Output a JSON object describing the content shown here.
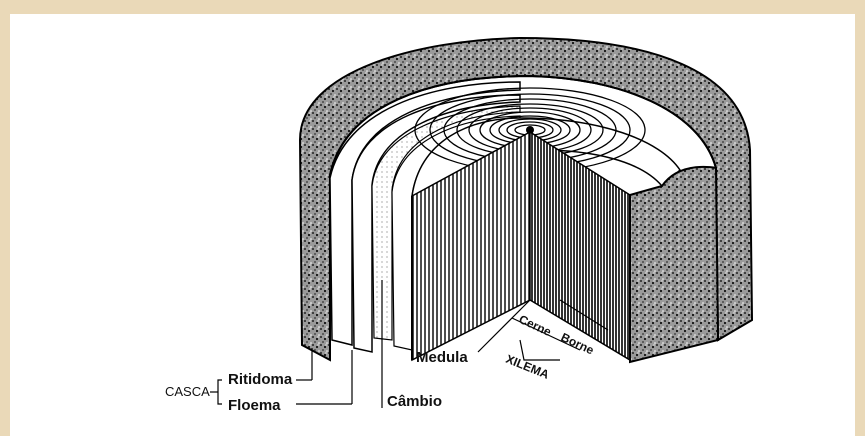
{
  "diagram": {
    "labels": {
      "casca": "CASCA",
      "ritidoma": "Ritidoma",
      "floema": "Floema",
      "cambio": "Câmbio",
      "medula": "Medula",
      "xilema": "XILEMA",
      "cerne": "Cerne",
      "borne": "Borne"
    },
    "colors": {
      "background": "#ead9b8",
      "panel": "#ffffff",
      "ink": "#111111",
      "bark_texture": "#5a5a5a"
    }
  }
}
